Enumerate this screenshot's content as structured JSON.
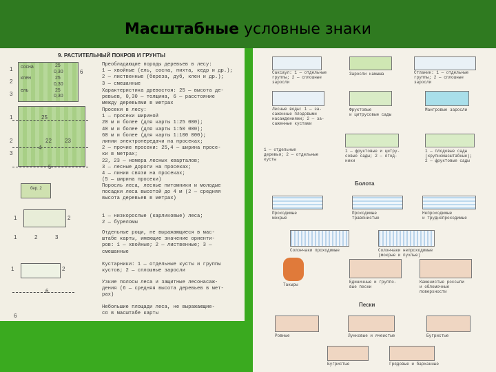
{
  "slide": {
    "title_bold": "Масштабные",
    "title_rest": " условные знаки",
    "colors": {
      "background": "#2f7a20",
      "accent": "#3aaa1f",
      "paper": "#f2efe4"
    }
  },
  "left_panel": {
    "heading": "9. РАСТИТЕЛЬНЫЙ ПОКРОВ И ГРУНТЫ",
    "legend_labels": {
      "sosna": "сосна",
      "klen": "клен",
      "el": "ель",
      "v25a": "25",
      "v030a": "0,30",
      "v25b": "25",
      "v030b": "0,30",
      "v25c": "25",
      "v030c": "0,30",
      "n6": "6",
      "n25": "25",
      "n22": "22",
      "n23": "23",
      "n5": "5",
      "n2": "2",
      "n4": "4",
      "n6b": "6",
      "n1": "1",
      "n2b": "2",
      "n3": "3",
      "n1b": "1",
      "n2c": "2",
      "n1c": "1",
      "n2d": "2",
      "berez": "бер. 2",
      "b1": "1",
      "b2": "2",
      "b3": "3"
    },
    "nums_left": [
      "1",
      "2",
      "3",
      "1",
      "2",
      "3",
      "1",
      "2",
      "1",
      "2",
      "5",
      "6"
    ],
    "text_blocks": [
      "Преобладающие породы деревьев в лесу:\n1 — хвойные (ель, сосна, пихта, кедр и др.);\n2 — лиственные (береза, дуб, клен и др.);\n3 — смешанные",
      "Характеристика древостоя: 25 — высота де-\nревьев, 0,30 — толщина, 6 — расстояние\nмежду деревьями в метрах",
      "Просеки в лесу:\n1 — просеки шириной\n20 м и более (для карты 1:25 000);\n40 м и более (для карты 1:50 000);\n60 м и более (для карты 1:100 000);\nлинии электропередачи на просеках;\n2 — прочие просеки: 25,4 — ширина просе-\nки в метрах;\n22, 23 — номера лесных кварталов;\n3 — лесные дороги на просеках;\n4 — линии связи на просеках;\n(5 — ширина просеки)",
      "Поросль леса, лесные питомники и молодые\nпосадки леса высотой до 4 м (2 — средняя\nвысота деревьев в метрах)",
      "1 — низкорослые (карликовые) леса;\n2 — буреломы",
      "Отдельные рощи, не выражающиеся в мас-\nштабе карты, имеющие значение ориенти-\nров: 1 — хвойные; 2 — лиственные; 3 —\nсмешанные",
      "Кустарники: 1 — отдельные кусты и группы\nкустов; 2 — сплошные заросли",
      "Узкие полосы леса и защитные лесонасаж-\nдения (6 — средняя высота деревьев в мет-\nрах)",
      "Небольшие площади леса, не выражающие-\nся в масштабе карты"
    ]
  },
  "right_panel": {
    "vegetation_cells": [
      "Саксаул: 1 — отдельные\nгруппы; 2 — сплошные\nзаросли",
      "Заросли камыша",
      "Стланик: 1 — отдельные\nгруппы; 2 — сплошные\nзаросли",
      "Лесные воды: 1 — за-\nсаженные плодовыми\nнасаждениями; 2 — за-\nсаженные кустами",
      "Фруктовые\nи цитрусовые сады",
      "Мангровые заросли",
      "1 — отдельные\nдеревья; 2 — отдельные\nкусты",
      "1 — фруктовые и цитру-\nсовые сады; 2 — ягод-\nники",
      "1 — плодовые сады\n(крупномасштабные);\n2 — фруктовые сады"
    ],
    "swamp_heading": "Болота",
    "swamp_cells": [
      "Проходимые\nмокрые",
      "Проходимые\nтравянистые",
      "Непроходимые\nи труднопроходимые",
      "Солончаки проходимые",
      "Солончаки непроходимые\n(мокрые и пухлые)",
      "Такыры",
      "Единичные и группо-\nвые пески",
      "Каменистые россыпи\nи обломочные\nповерхности"
    ],
    "sand_heading": "Пески",
    "sand_cells": [
      "Ровные",
      "Лунковые и ячеистые",
      "Бугристые",
      "Бугристые",
      "Грядовые и барханные"
    ]
  }
}
